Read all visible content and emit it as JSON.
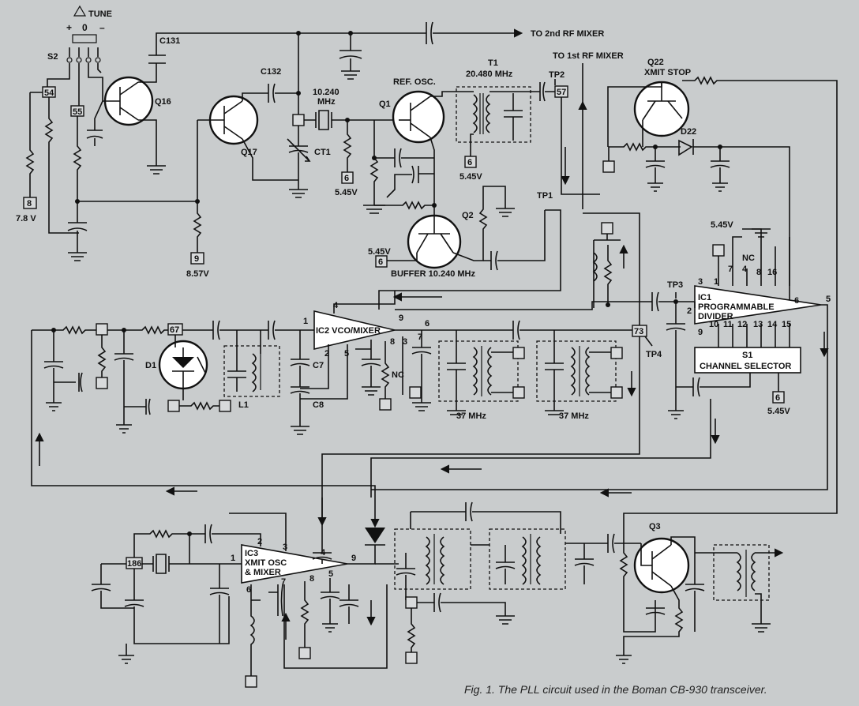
{
  "diagram": {
    "caption": "Fig. 1. The PLL circuit used in the Boman CB-930 transceiver.",
    "switch": {
      "tune": "TUNE",
      "plus": "+",
      "zero": "0",
      "minus": "–",
      "name": "S2",
      "delta_icon": "triangle-icon"
    },
    "outputs": {
      "to_rf2": "TO 2nd RF MIXER",
      "to_rf1": "TO 1st RF MIXER"
    },
    "transistors": {
      "q16": "Q16",
      "q17": "Q17",
      "q1": "Q1",
      "q1_role": "REF. OSC.",
      "q2": "Q2",
      "q2_role": "BUFFER 10.240 MHz",
      "q22": "Q22",
      "q22_role": "XMIT STOP",
      "q3": "Q3"
    },
    "capacitors": {
      "c131": "C131",
      "c132": "C132",
      "ct1": "CT1",
      "c7": "C7",
      "c8": "C8"
    },
    "crystal": {
      "freq_line1": "10.240",
      "freq_line2": "MHz"
    },
    "transformer_t1": {
      "name": "T1",
      "freq": "20.480 MHz"
    },
    "test_points": {
      "tp1": "TP1",
      "tp2": "TP2",
      "tp3": "TP3",
      "tp4": "TP4"
    },
    "pins": {
      "p54": "54",
      "p55": "55",
      "p8": "8",
      "p9": "9",
      "p6a": "6",
      "p6b": "6",
      "p6c": "6",
      "p57": "57",
      "p67": "67",
      "p73": "73",
      "p6d": "6",
      "p186": "186"
    },
    "voltages": {
      "v78": "7.8 V",
      "v857": "8.57V",
      "v545a": "5.45V",
      "v545b": "5.45V",
      "v545c": "5.45V",
      "v545d": "5.45V",
      "v545e": "5.45V"
    },
    "ic2": {
      "label": "IC2 VCO/MIXER",
      "pins": [
        "4",
        "1",
        "2",
        "5",
        "9",
        "6",
        "3",
        "7",
        "8"
      ],
      "nc": "NC"
    },
    "ic1": {
      "line1": "IC1",
      "line2": "PROGRAMMABLE",
      "line3": "DIVIDER",
      "top_pins": [
        "3",
        "1",
        "7",
        "4",
        "8",
        "16",
        "6"
      ],
      "bottom_pins": [
        "9",
        "10",
        "11",
        "12",
        "13",
        "14",
        "15"
      ],
      "in_pin": "2",
      "out_pin": "5",
      "nc": "NC"
    },
    "s1": {
      "line1": "S1",
      "line2": "CHANNEL SELECTOR"
    },
    "diode_d1": "D1",
    "diode_d22": "D22",
    "coil_l1": "L1",
    "if_freqs": [
      "37 MHz",
      "37 MHz"
    ],
    "ic3": {
      "line1": "IC3",
      "line2": "XMIT OSC",
      "line3": "& MIXER",
      "pins": [
        "2",
        "3",
        "1",
        "6",
        "7",
        "8",
        "5",
        "4",
        "9"
      ]
    }
  }
}
